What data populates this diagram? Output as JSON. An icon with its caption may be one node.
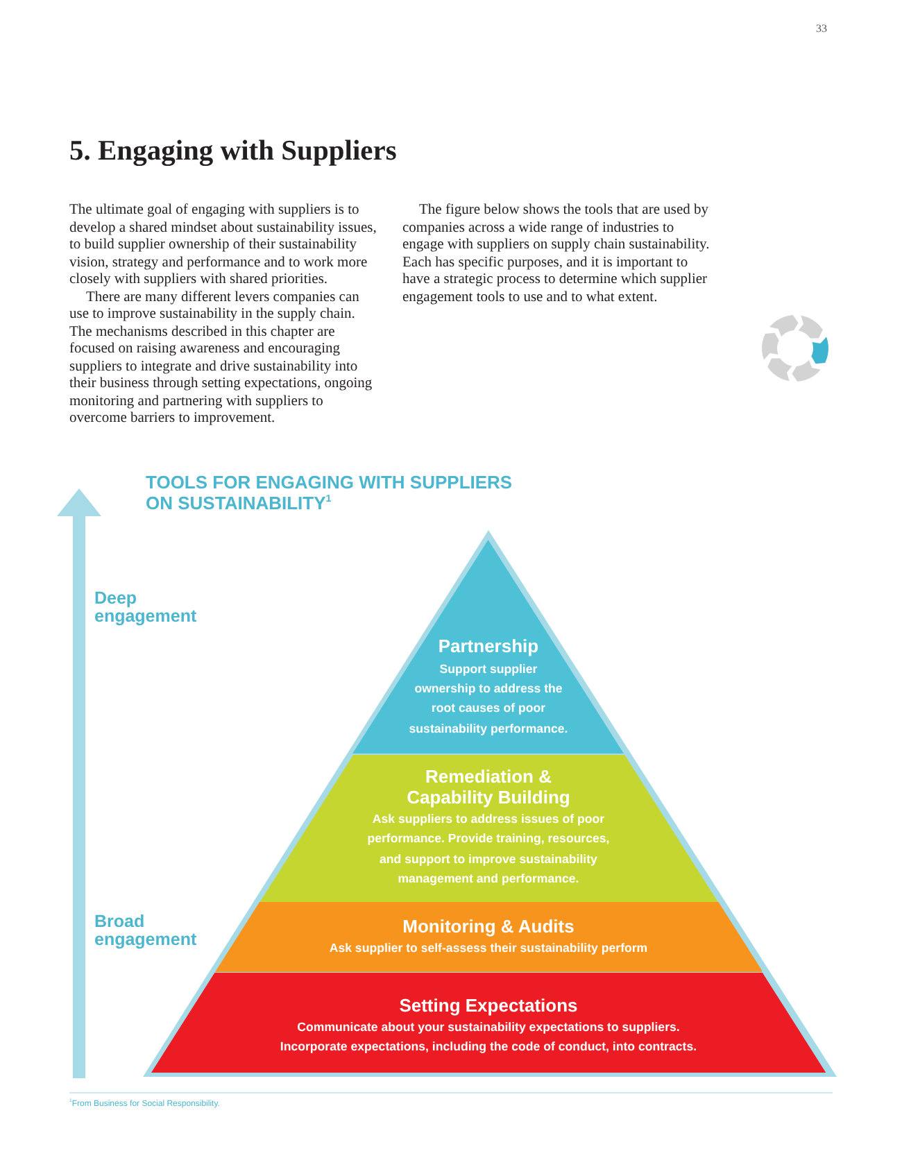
{
  "diagram": {
    "title": "TOOLS FOR ENGAGING WITH SUPPLIERS ON SUSTAINABILITY$^{1}$",
    "nodes": [
      {
        "text": [
          "Partnership",
          "Support supplier ownership to address the root causes of poor sustainability performance."
        ]
      },
      {
        "text": [
          "Remediation & Capability Building",
          "Ask suppliers to address issues of poor performance. Provide training, resources, and support to improve sustainability management and performance."
        ]
      },
      {
        "text": [
          "Monitoring & Audits",
          "Ask supplier to self-assess their sustainability perform"
        ]
      },
      {
        "text": [
          "Setting Expectations",
          "Communicate about your sustainability expectations to suppliers. Incorporate expectations, including the code of conduct, into contracts."
        ]
      }
    ],
    "labels": [
      "33",
      "5. Engaging with Suppliers",
      "The ultimate goal of engaging with suppliers is to develop a shared mindset about sustainability issues, to build supplier ownership of their sustainability vision, strategy and performance and to work more closely with suppliers with shared priorities.",
      "There are many different levers companies can use to improve sustainability in the supply chain. The mechanisms described in this chapter are focused on raising awareness and encouraging suppliers to integrate and drive sustainability into their business through setting expectations, ongoing monitoring and partnering with suppliers to overcome barriers to improvement.",
      "The figure below shows the tools that are used by companies across a wide range of industries to engage with suppliers on supply chain sustainability. Each has specific purposes, and it is important to have a strategic process to determine which supplier engagement tools to use and to what extent.",
      "Deep engagement",
      "Broad engagement",
      "$^{1}$From Business for Social Responsibility."
    ]
  }
}
